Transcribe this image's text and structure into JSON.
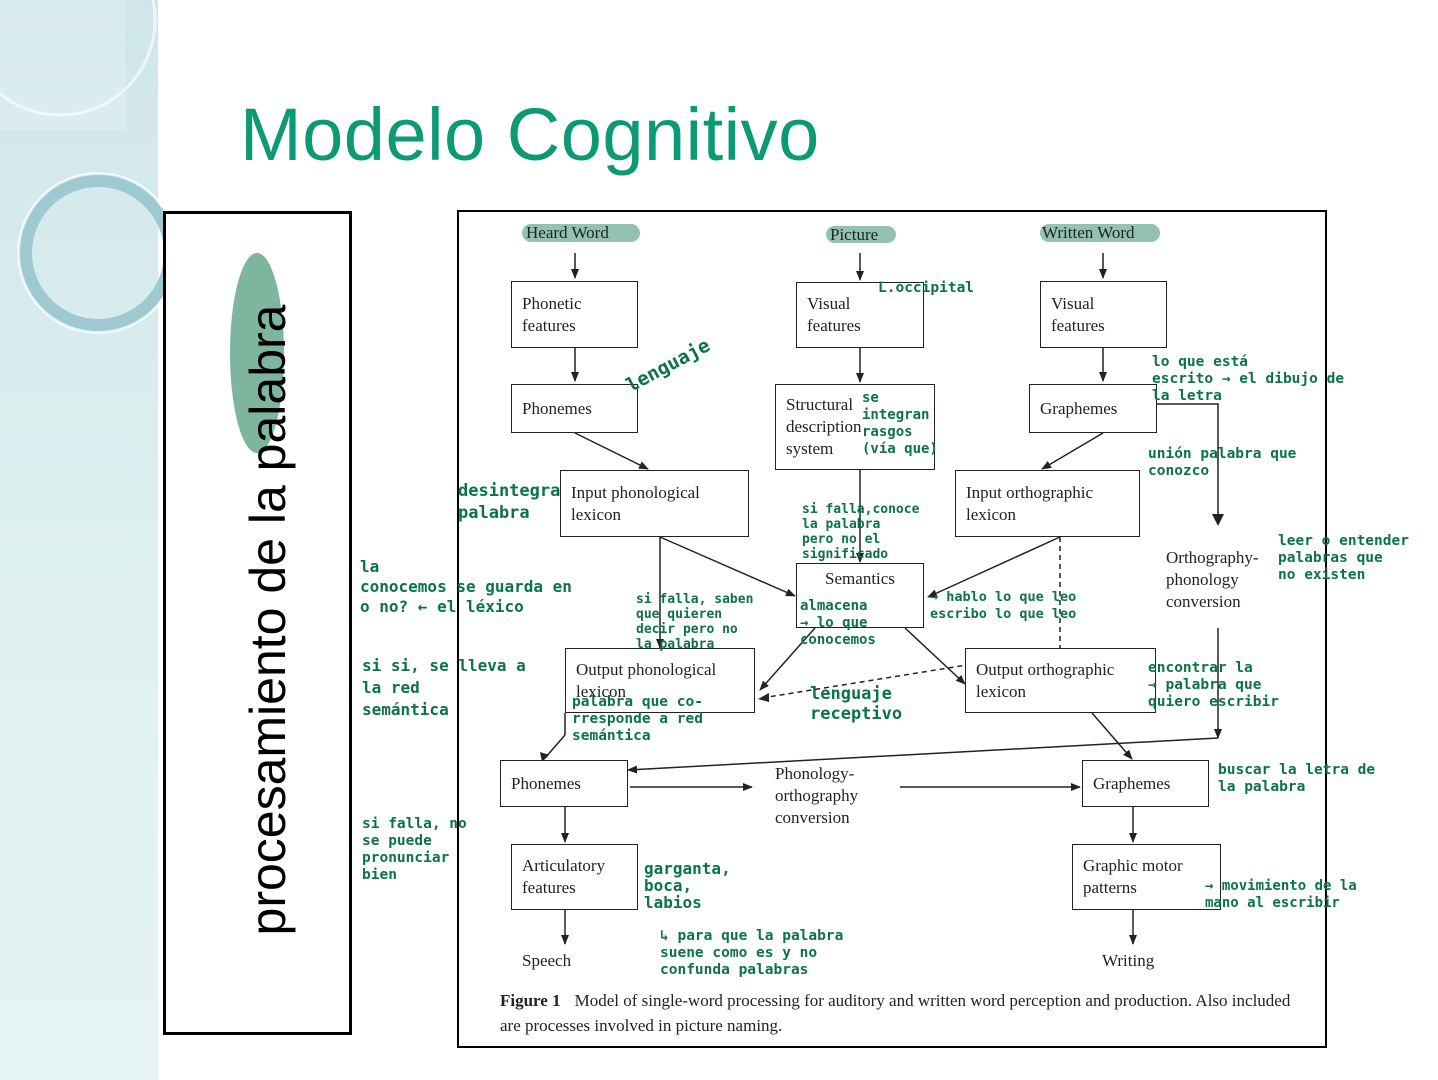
{
  "slide": {
    "title": "Modelo Cognitivo",
    "side_label": "procesamiento de la palabra",
    "accent_color": "#0b9a74",
    "annotation_color": "#0b7446"
  },
  "diagram": {
    "inputs": {
      "heard": "Heard Word",
      "picture": "Picture",
      "written": "Written Word"
    },
    "boxes": {
      "phonetic_features": "Phonetic\nfeatures",
      "visual_features_picture": "Visual\nfeatures",
      "visual_features_written": "Visual\nfeatures",
      "phonemes_input": "Phonemes",
      "structural_description": "Structural\ndescription\nsystem",
      "graphemes_input": "Graphemes",
      "input_phonological_lexicon": "Input phonological\nlexicon",
      "input_orthographic_lexicon": "Input orthographic\nlexicon",
      "semantics": "Semantics",
      "output_phonological_lexicon": "Output phonological\nlexicon",
      "output_orthographic_lexicon": "Output orthographic\nlexicon",
      "phonemes_output": "Phonemes",
      "graphemes_output": "Graphemes",
      "articulatory_features": "Articulatory\nfeatures",
      "graphic_motor_patterns": "Graphic motor\npatterns"
    },
    "labels": {
      "orthography_phonology": "Orthography-\nphonology\nconversion",
      "phonology_orthography": "Phonology-\northography\nconversion",
      "speech": "Speech",
      "writing": "Writing"
    },
    "caption_label": "Figure 1",
    "caption_text": "Model of single-word processing for auditory and written word perception and production. Also included are processes involved in picture naming."
  },
  "annotations": {
    "occipital": "L.occipital",
    "lenguaje": "lenguaje",
    "se_integran": "se\nintegran\nrasgos\n(vía que)",
    "lo_que_esta": "lo que está\nescrito → el dibujo de\nla letra",
    "union_palabra": "unión palabra que\nconozco",
    "desintegra": "desintegra\npalabra",
    "si_falla_conoce": "si falla,conoce\nla palabra\npero no el\nsignificado",
    "leer_entender": "leer o entender\npalabras que\nno existen",
    "la_conocemos": "la\nconocemos se guarda en\no no? ← el léxico",
    "si_falla_saben": "si falla, saben\nque quieren\ndecir pero no\nla palabra",
    "almacena": "almacena\n→ lo que\nconocemos",
    "hablo_lo_que": "→ hablo lo que leo\nescribo lo que leo",
    "si_si": "si si, se lleva a\nla red\nsemántica",
    "palabra_corresponde": "palabra que co-\nrresponde a red\nsemántica",
    "lenguaje_receptivo": "lenguaje\nreceptivo",
    "encontrar_palabra": "encontrar la\n→ palabra que\nquiero escribir",
    "buscar_letra": "buscar la letra de\nla palabra",
    "si_falla_pronunciar": "si falla, no\nse puede\npronunciar\nbien",
    "garganta": "garganta,\nboca,\nlabios",
    "para_que": "↳ para que la palabra\nsuene como es y no\nconfunda palabras",
    "movimiento": "→ movimiento de la\nmano al escribir"
  }
}
